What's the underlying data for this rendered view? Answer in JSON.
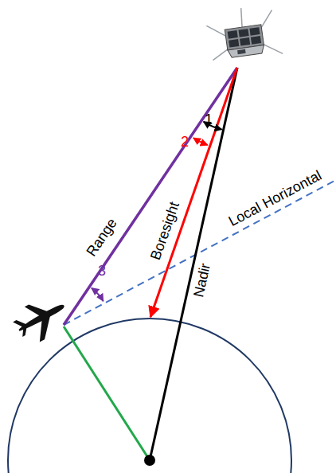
{
  "diagram": {
    "labels": [
      "1",
      "2",
      "Range",
      "Boresight",
      "Local Horizontal",
      "3",
      "Nadir"
    ]
  }
}
